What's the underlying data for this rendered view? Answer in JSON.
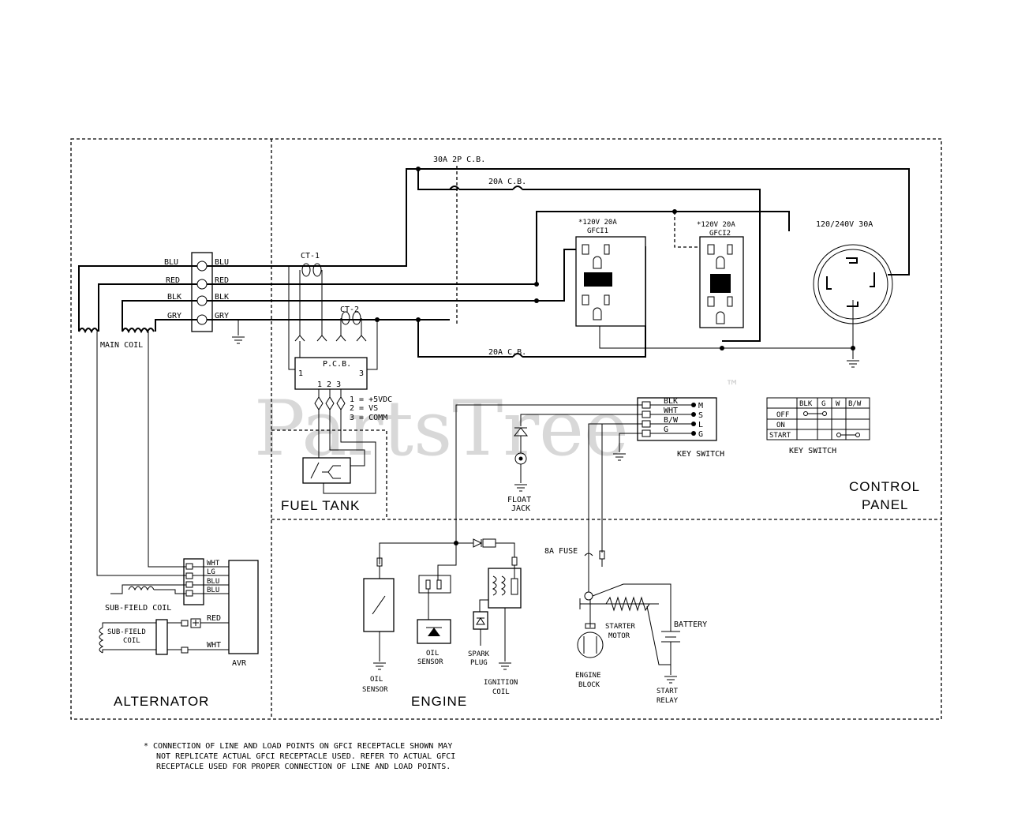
{
  "watermark": {
    "text": "PartsTree",
    "mark": "™"
  },
  "sections": {
    "alternator": "ALTERNATOR",
    "engine": "ENGINE",
    "control_panel_line1": "CONTROL",
    "control_panel_line2": "PANEL",
    "fuel_tank": "FUEL TANK"
  },
  "breakers": {
    "main": "30A 2P C.B.",
    "upper_20a": "20A C.B.",
    "lower_20a": "20A C.B.",
    "fuse": "8A FUSE"
  },
  "gfci1": {
    "line1": "*120V 20A",
    "line2": "GFCI1"
  },
  "gfci2": {
    "line1": "*120V 20A",
    "line2": "GFCI2"
  },
  "twist_lock": "120/240V 30A",
  "terminal_block": {
    "left": [
      "BLU",
      "RED",
      "BLK",
      "GRY"
    ],
    "right": [
      "BLU",
      "RED",
      "BLK",
      "GRY"
    ]
  },
  "main_coil": "MAIN COIL",
  "ct1": "CT-1",
  "ct2": "CT-2",
  "pcb": {
    "label": "P.C.B.",
    "pin_left": "1",
    "pin_right": "3",
    "pins_bottom": "1 2 3"
  },
  "pcb_legend": [
    "1 = +5VDC",
    "2 = VS",
    "3 = COMM"
  ],
  "key_switch": {
    "wires": [
      "BLK",
      "WHT",
      "B/W",
      "G"
    ],
    "terminals": [
      "M",
      "S",
      "L",
      "G"
    ],
    "label": "KEY SWITCH"
  },
  "key_table": {
    "headers": [
      "BLK",
      "G",
      "W",
      "B/W"
    ],
    "rows": [
      "OFF",
      "ON",
      "START"
    ],
    "label": "KEY SWITCH"
  },
  "float_jack": {
    "line1": "FLOAT",
    "line2": "JACK"
  },
  "avr": {
    "label": "AVR",
    "terminals": [
      "WHT",
      "LG",
      "BLU",
      "BLU"
    ],
    "red": "RED",
    "wht": "WHT"
  },
  "sub_field_coil": "SUB-FIELD COIL",
  "sub_field_coil2": {
    "line1": "SUB-FIELD",
    "line2": "COIL"
  },
  "engine_parts": {
    "oil_sensor_left": {
      "line1": "OIL",
      "line2": "SENSOR"
    },
    "oil_sensor_mid": {
      "line1": "OIL",
      "line2": "SENSOR"
    },
    "spark_plug": {
      "line1": "SPARK",
      "line2": "PLUG"
    },
    "ignition_coil": {
      "line1": "IGNITION",
      "line2": "COIL"
    },
    "starter_motor": {
      "line1": "STARTER",
      "line2": "MOTOR"
    },
    "engine_block": {
      "line1": "ENGINE",
      "line2": "BLOCK"
    },
    "battery": "BATTERY",
    "start_relay": {
      "line1": "START",
      "line2": "RELAY"
    }
  },
  "footnote": [
    "* CONNECTION OF LINE AND LOAD POINTS  ON GFCI  RECEPTACLE SHOWN MAY",
    "NOT REPLICATE ACTUAL GFCI RECEPTACLE USED.  REFER TO ACTUAL GFCI",
    "RECEPTACLE USED FOR PROPER CONNECTION OF LINE AND LOAD POINTS."
  ]
}
